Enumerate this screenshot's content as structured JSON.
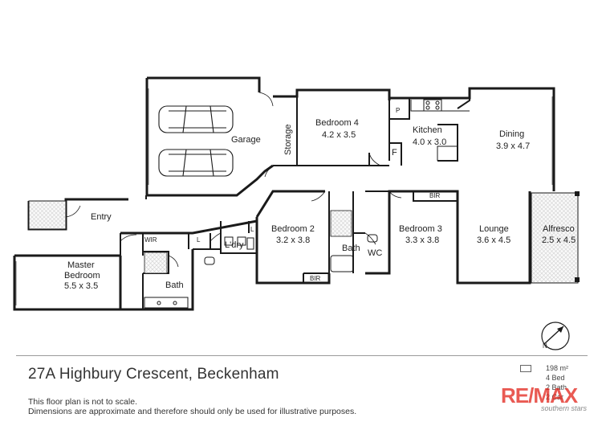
{
  "rooms": {
    "garage": {
      "name": "Garage"
    },
    "storage": {
      "name": "Storage"
    },
    "bedroom4": {
      "name": "Bedroom 4",
      "size": "4.2 x 3.5"
    },
    "pantry": {
      "name": "P"
    },
    "fridge": {
      "name": "F"
    },
    "kitchen": {
      "name": "Kitchen",
      "size": "4.0 x 3.0"
    },
    "dining": {
      "name": "Dining",
      "size": "3.9 x 4.7"
    },
    "entry": {
      "name": "Entry"
    },
    "wir": {
      "name": "WIR"
    },
    "linen1": {
      "name": "L"
    },
    "linen2": {
      "name": "L"
    },
    "laundry": {
      "name": "L'dry"
    },
    "bedroom2": {
      "name": "Bedroom 2",
      "size": "3.2 x 3.8"
    },
    "bir_bed2": {
      "name": "BIR"
    },
    "bath_main": {
      "name": "Bath"
    },
    "wc": {
      "name": "WC"
    },
    "bedroom3": {
      "name": "Bedroom 3",
      "size": "3.3 x 3.8"
    },
    "bir_bed3": {
      "name": "BIR"
    },
    "lounge": {
      "name": "Lounge",
      "size": "3.6 x 4.5"
    },
    "alfresco": {
      "name": "Alfresco",
      "size": "2.5 x 4.5"
    },
    "master": {
      "name": "Master",
      "name2": "Bedroom",
      "size": "5.5 x 3.5"
    },
    "ensuite": {
      "name": "Bath"
    }
  },
  "address": "27A Highbury Crescent, Beckenham",
  "disclaimer": {
    "line1": "This floor plan is not to scale.",
    "line2": "Dimensions are approximate and therefore should only be used for illustrative purposes."
  },
  "stats": {
    "area": "198 m²",
    "beds": "4 Bed",
    "baths": "2 Bath",
    "cars": "2 Car"
  },
  "logo": {
    "mark": "RE/MAX",
    "sub": "southern stars"
  },
  "compass": {
    "label": "N"
  },
  "colors": {
    "wall": "#1a1a1a",
    "hatch": "#cfcfcf",
    "brand": "#e2231a"
  }
}
